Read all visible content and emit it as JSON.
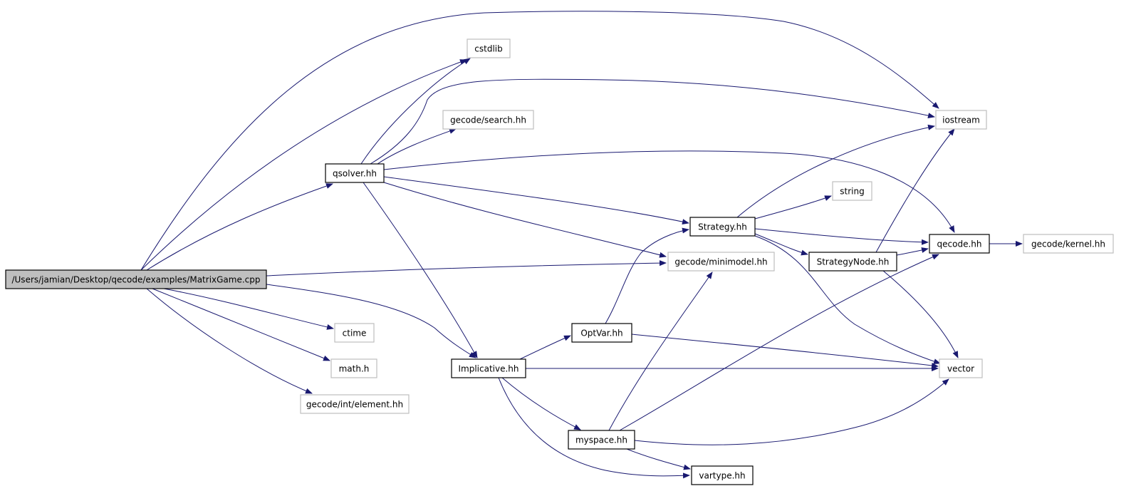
{
  "diagram": {
    "colors": {
      "edge": "#191970",
      "node_border": "#000000",
      "external_border": "#bfbfbf",
      "root_fill": "#bfbfbf",
      "background": "#ffffff"
    },
    "nodes": [
      {
        "id": "matrixgame",
        "label": "/Users/jamian/Desktop/qecode/examples/MatrixGame.cpp",
        "kind": "root"
      },
      {
        "id": "cstdlib",
        "label": "cstdlib",
        "kind": "external"
      },
      {
        "id": "search",
        "label": "gecode/search.hh",
        "kind": "external"
      },
      {
        "id": "qsolver",
        "label": "qsolver.hh",
        "kind": "internal"
      },
      {
        "id": "iostream",
        "label": "iostream",
        "kind": "external"
      },
      {
        "id": "string",
        "label": "string",
        "kind": "external"
      },
      {
        "id": "strategy",
        "label": "Strategy.hh",
        "kind": "internal"
      },
      {
        "id": "qecode",
        "label": "qecode.hh",
        "kind": "internal"
      },
      {
        "id": "kernel",
        "label": "gecode/kernel.hh",
        "kind": "external"
      },
      {
        "id": "minimodel",
        "label": "gecode/minimodel.hh",
        "kind": "external"
      },
      {
        "id": "strategynode",
        "label": "StrategyNode.hh",
        "kind": "internal"
      },
      {
        "id": "ctime",
        "label": "ctime",
        "kind": "external"
      },
      {
        "id": "optvar",
        "label": "OptVar.hh",
        "kind": "internal"
      },
      {
        "id": "math",
        "label": "math.h",
        "kind": "external"
      },
      {
        "id": "implicative",
        "label": "Implicative.hh",
        "kind": "internal"
      },
      {
        "id": "vector",
        "label": "vector",
        "kind": "external"
      },
      {
        "id": "element",
        "label": "gecode/int/element.hh",
        "kind": "external"
      },
      {
        "id": "myspace",
        "label": "myspace.hh",
        "kind": "internal"
      },
      {
        "id": "vartype",
        "label": "vartype.hh",
        "kind": "internal"
      }
    ],
    "edges": [
      {
        "from": "matrixgame",
        "to": "iostream"
      },
      {
        "from": "matrixgame",
        "to": "cstdlib"
      },
      {
        "from": "matrixgame",
        "to": "qsolver"
      },
      {
        "from": "matrixgame",
        "to": "minimodel"
      },
      {
        "from": "matrixgame",
        "to": "implicative"
      },
      {
        "from": "matrixgame",
        "to": "ctime"
      },
      {
        "from": "matrixgame",
        "to": "math"
      },
      {
        "from": "matrixgame",
        "to": "element"
      },
      {
        "from": "qsolver",
        "to": "cstdlib"
      },
      {
        "from": "qsolver",
        "to": "iostream"
      },
      {
        "from": "qsolver",
        "to": "search"
      },
      {
        "from": "qsolver",
        "to": "qecode"
      },
      {
        "from": "qsolver",
        "to": "strategy"
      },
      {
        "from": "qsolver",
        "to": "minimodel"
      },
      {
        "from": "qsolver",
        "to": "implicative"
      },
      {
        "from": "strategy",
        "to": "iostream"
      },
      {
        "from": "strategy",
        "to": "string"
      },
      {
        "from": "strategy",
        "to": "qecode"
      },
      {
        "from": "strategy",
        "to": "strategynode"
      },
      {
        "from": "strategy",
        "to": "vector"
      },
      {
        "from": "strategynode",
        "to": "iostream"
      },
      {
        "from": "strategynode",
        "to": "qecode"
      },
      {
        "from": "strategynode",
        "to": "vector"
      },
      {
        "from": "qecode",
        "to": "kernel"
      },
      {
        "from": "optvar",
        "to": "strategy"
      },
      {
        "from": "optvar",
        "to": "vector"
      },
      {
        "from": "implicative",
        "to": "optvar"
      },
      {
        "from": "implicative",
        "to": "vector"
      },
      {
        "from": "implicative",
        "to": "myspace"
      },
      {
        "from": "implicative",
        "to": "vartype"
      },
      {
        "from": "myspace",
        "to": "minimodel"
      },
      {
        "from": "myspace",
        "to": "qecode"
      },
      {
        "from": "myspace",
        "to": "vector"
      },
      {
        "from": "myspace",
        "to": "vartype"
      }
    ]
  }
}
